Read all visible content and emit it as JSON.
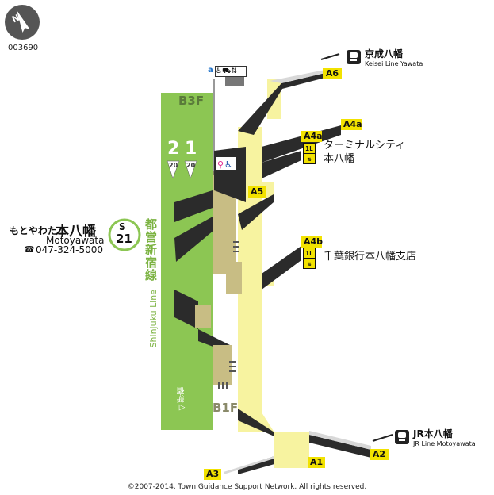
{
  "map_id": "003690",
  "compass": {
    "letter": "N"
  },
  "station": {
    "reading": "もとやわた",
    "name_jp": "本八幡",
    "name_en": "Motoyawata",
    "phone": "047-324-5000",
    "phone_icon": "☎",
    "badge_letter": "S",
    "badge_number": "21",
    "line_jp": "都営新宿線",
    "line_en": "Shinjuku Line",
    "direction_jp": "◁新宿"
  },
  "floors": {
    "platform": "B3F",
    "concourse": "B1F"
  },
  "platforms": [
    {
      "track": "2",
      "cars": "20"
    },
    {
      "track": "1",
      "cars": "20"
    }
  ],
  "facility_key": {
    "letter": "a"
  },
  "exits": [
    {
      "id": "A6",
      "label": "A6"
    },
    {
      "id": "A4a",
      "label": "A4a"
    },
    {
      "id": "A4a-elevator",
      "label": "A4a"
    },
    {
      "id": "A5",
      "label": "A5"
    },
    {
      "id": "A4b",
      "label": "A4b"
    },
    {
      "id": "A1",
      "label": "A1"
    },
    {
      "id": "A2",
      "label": "A2"
    },
    {
      "id": "A3",
      "label": "A3"
    }
  ],
  "destinations": {
    "keisei": {
      "jp": "京成八幡",
      "en": "Keisei Line Yawata"
    },
    "jr": {
      "jp": "JR本八幡",
      "en": "JR Line Motoyawata"
    }
  },
  "landmarks": {
    "terminal_city_line1": "ターミナルシティ",
    "terminal_city_line2": "本八幡",
    "chiba_bank": "千葉銀行本八幡支店"
  },
  "colors": {
    "track_green": "#8cc653",
    "concourse_yellow": "#f7f3a0",
    "stair_tan": "#c8bd84",
    "exit_yellow": "#f2e200",
    "shadow": "#2b2b2b"
  },
  "copyright": "©2007-2014, Town Guidance Support Network. All rights reserved."
}
